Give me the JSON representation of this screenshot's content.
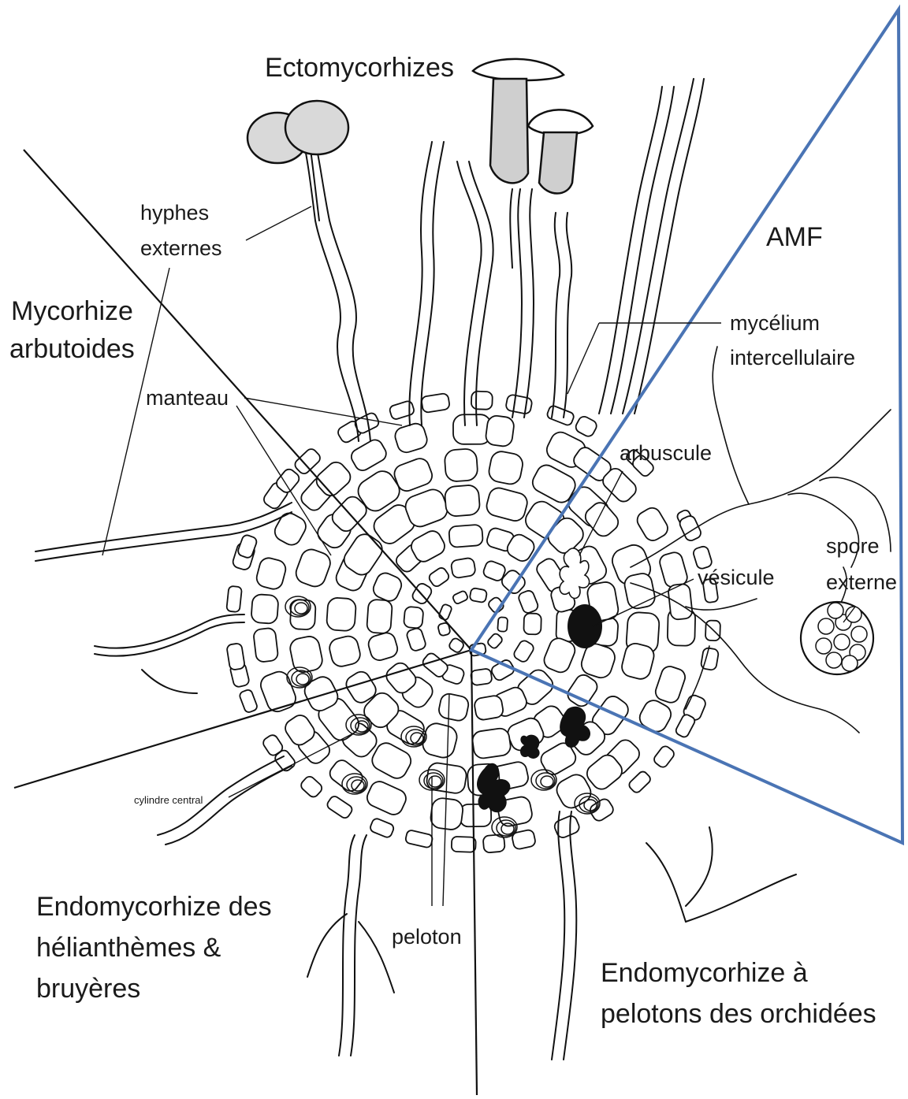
{
  "labels": {
    "ectomycorhizes": "Ectomycorhizes",
    "hyphes_1": "hyphes",
    "hyphes_2": "externes",
    "mycorhize_1": "Mycorhize",
    "mycorhize_2": "arbutoides",
    "manteau": "manteau",
    "amf": "AMF",
    "mycelium_1": "mycélium",
    "mycelium_2": "intercellulaire",
    "arbuscule": "arbuscule",
    "vesicule": "vésicule",
    "spore_1": "spore",
    "spore_2": "externe",
    "cylindre": "cylindre central",
    "peloton": "peloton",
    "endo_heli_1": "Endomycorhize des",
    "endo_heli_2": "hélianthèmes &",
    "endo_heli_3": "bruyères",
    "endo_orch_1": "Endomycorhize à",
    "endo_orch_2": "pelotons des orchidées"
  },
  "colors": {
    "amf_outline": "#4a74b4",
    "ink": "#111111",
    "fungus_fill": "#d9d9d9"
  }
}
